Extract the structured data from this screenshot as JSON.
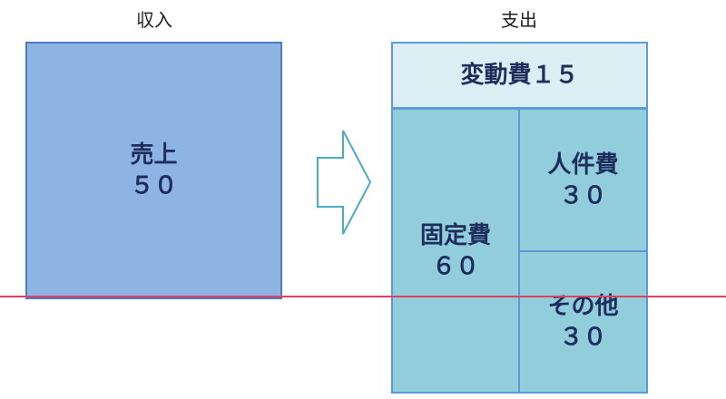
{
  "income": {
    "heading": "収入",
    "sales": {
      "label": "売上",
      "value": "５０"
    }
  },
  "expenses": {
    "heading": "支出",
    "variable_cost": {
      "label": "変動費１５"
    },
    "fixed_cost": {
      "label": "固定費",
      "value": "６０"
    },
    "personnel_cost": {
      "label": "人件費",
      "value": "３０"
    },
    "other_cost": {
      "label": "その他",
      "value": "３０"
    }
  },
  "colors": {
    "income_fill": "#8eb4e3",
    "variable_fill": "#daeef3",
    "fixed_fill": "#92cddc",
    "text": "#1e2d5c",
    "break_even_line": "#e0405e"
  }
}
